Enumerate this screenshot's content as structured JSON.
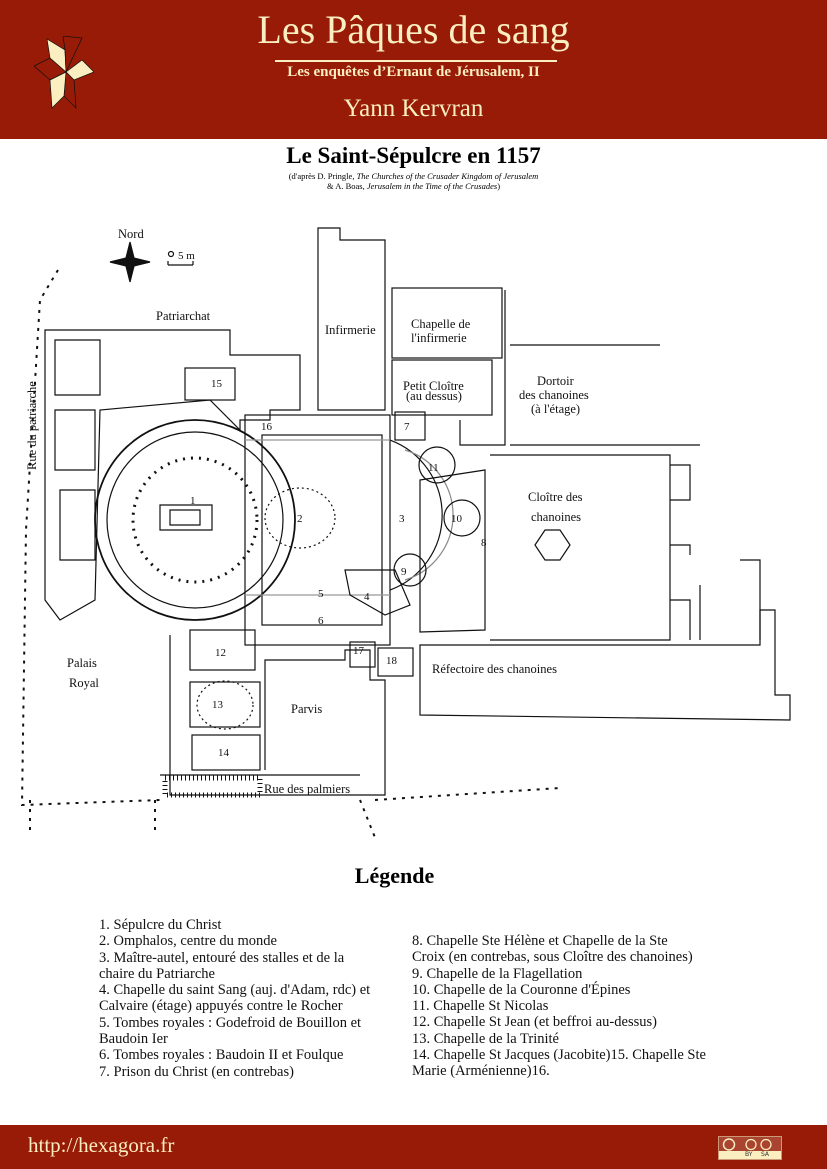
{
  "header": {
    "title": "Les Pâques de sang",
    "subtitle": "Les enquêtes d’Ernaut de Jérusalem, II",
    "author": "Yann Kervran",
    "logo": "hexagora-star-logo",
    "background": "#971b07",
    "text_color": "#fbeec0"
  },
  "map": {
    "title": "Le Saint-Sépulcre en 1157",
    "source_line1_prefix": "(d'après D. Pringle, ",
    "source_line1_italic": "The Churches of the Crusader Kingdom of Jerusalem",
    "source_line2_prefix": "& A. Boas, ",
    "source_line2_italic": "Jerusalem in the Time of the Crusades",
    "source_line2_suffix": ")",
    "north": "Nord",
    "scale": "5 m",
    "labels": {
      "patriarchat": "Patriarchat",
      "infirmerie": "Infirmerie",
      "chapelle_infirmerie_1": "Chapelle de",
      "chapelle_infirmerie_2": "l'infirmerie",
      "petit_cloitre_1": "Petit Cloître",
      "petit_cloitre_2": "(au dessus)",
      "dortoir_1": "Dortoir",
      "dortoir_2": "des chanoines",
      "dortoir_3": "(à l'étage)",
      "rue_patriarche": "Rue du patriarche",
      "cloitre_1": "Cloître des",
      "cloitre_2": "chanoines",
      "palais_1": "Palais",
      "palais_2": "Royal",
      "parvis": "Parvis",
      "refectoire": "Réfectoire des chanoines",
      "rue_palmiers": "Rue des palmiers"
    },
    "numbers": [
      "1",
      "2",
      "3",
      "4",
      "5",
      "6",
      "7",
      "8",
      "9",
      "10",
      "11",
      "12",
      "13",
      "14",
      "15",
      "16",
      "17",
      "18"
    ]
  },
  "legend": {
    "title": "Légende",
    "col1": [
      "1. Sépulcre du Christ",
      "2. Omphalos, centre du monde",
      "3. Maître-autel, entouré des stalles et de la",
      "chaire du Patriarche",
      "4. Chapelle du saint Sang (auj. d'Adam, rdc) et",
      "Calvaire (étage) appuyés contre le Rocher",
      "5. Tombes royales : Godefroid de Bouillon et",
      "Baudoin Ier",
      "6. Tombes royales : Baudoin II et Foulque",
      "7. Prison du Christ (en contrebas)"
    ],
    "col2": [
      "8. Chapelle Ste Hélène et Chapelle de la Ste",
      "Croix (en contrebas, sous Cloître des chanoines)",
      "9. Chapelle de la Flagellation",
      "10. Chapelle de la Couronne d'Épines",
      "11. Chapelle St Nicolas",
      "12. Chapelle St Jean (et beffroi au-dessus)",
      "13. Chapelle de la Trinité",
      "14. Chapelle St Jacques (Jacobite)15. Chapelle Ste",
      "Marie (Arménienne)16."
    ]
  },
  "footer": {
    "url": "http://hexagora.fr",
    "license_by": "BY",
    "license_sa": "SA",
    "license_icon": "cc-by-sa-badge"
  }
}
